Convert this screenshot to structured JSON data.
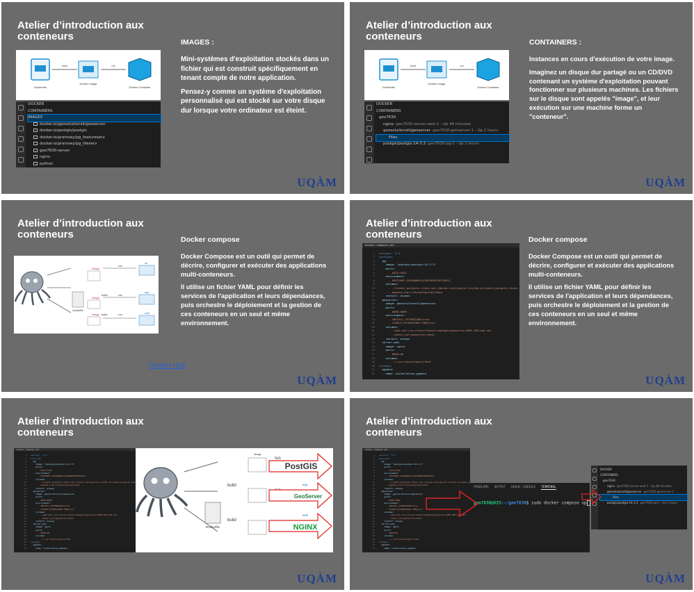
{
  "slide_title": "Atelier d’introduction aux conteneurs",
  "logo": "UQÀM",
  "diagram": {
    "build": "build",
    "run": "run",
    "dockerfile": "Dockerfile",
    "docker_image": "Docker Image",
    "docker_container": "Docker Container",
    "image": "image",
    "postgis": "PostGIS",
    "geoserver": "GeoServer",
    "nginx": "NGINX",
    "db": "db",
    "app": "app",
    "web": "web"
  },
  "slide1": {
    "heading": "IMAGES :",
    "p1": "Mini-systèmes d'exploitation stockés dans un fichier qui est construit spécifiquement en tenant compte de notre application.",
    "p2": "Pensez-y comme un système d'exploitation personnalisé qui est stocké sur votre disque dur lorsque votre ordinateur est éteint.",
    "panel_title": "DOCKER",
    "containers_label": "CONTAINERS",
    "images_label": "IMAGES",
    "images": [
      "docker.io/geosolutionsit/geoserver",
      "docker.io/postgis/postgis",
      "docker.io/pramsey/pg_featureserv",
      "docker.io/pramsey/pg_tileserv",
      "geo7630-server",
      "nginx",
      "python"
    ]
  },
  "slide2": {
    "heading": "CONTAINERS :",
    "p1": "Instances en cours d'exécution de votre image.",
    "p2": "Imaginez un disque dur partagé ou un CD/DVD contenant un système d'exploitation pouvant fonctionner sur plusieurs machines. Les fichiers sur le disque sont appelés \"image\", et leur exécution sur une machine forme un \"conteneur\".",
    "panel_title": "DOCKER",
    "containers_label": "CONTAINERS",
    "items": [
      {
        "name": "geo7630",
        "sub": ""
      },
      {
        "name": "nginx",
        "sub": "geo7630-server-web-1 - Up 48 minutes"
      },
      {
        "name": "geosolutionsit/geoserver",
        "sub": "geo7630-geoserver-1 - Up 2 hours"
      },
      {
        "name": "Files",
        "sub": ""
      },
      {
        "name": "postgis/postgis:14-3.3",
        "sub": "geo7630-pg-1 - Up 2 hours"
      }
    ]
  },
  "slide3": {
    "heading": "Docker compose",
    "p1": "Docker Compose est un outil qui permet de décrire, configurer et exécuter des applications multi-conteneurs.",
    "p2": "Il utilise un fichier YAML pour définir les services de l'application et leurs dépendances, puis orchestre le déploiement et la gestion de ces conteneurs en un seul et même environnement.",
    "link": "Docker Hub"
  },
  "slide4": {
    "heading": "Docker compose",
    "p1": "Docker Compose est un outil qui permet de décrire, configurer et exécuter des applications multi-conteneurs.",
    "p2": "Il utilise un fichier YAML pour définir les services de l'application et leurs dépendances, puis orchestre le déploiement et la gestion de ces conteneurs en un seul et même environnement.",
    "file_tab": "docker-compose.yml"
  },
  "compose_lines": [
    "version: '3.4'",
    "services:",
    "  pg:",
    "    image: \"postgis/postgis:14-3.3\"",
    "    ports:",
    "      - 6432:5432",
    "    environment:",
    "      - POSTGRES_PASSWORD=${SUPERSECRETPASS}",
    "    volumes:",
    "      - ./create_postgres_stack.sql:/docker-entrypoint-initdb.d/create_postgres_stack.sql",
    "      - pgdata:/var/lib/postgresql/data",
    "    restart: always",
    "  geoserver:",
    "    image: geosolutionsit/geoserver",
    "    ports:",
    "      - 8080:8080",
    "    environment:",
    "      - INSTALL_EXTENSIONS=true",
    "      - STABLE_EXTENSIONS=\"MBStyle\"",
    "    volumes:",
    "      - ./web.xml:/usr/local/tomcat/webapps/geoserver/WEB-INF/web.xml",
    "      - ./data:/var/geoserver/data",
    "    restart: always",
    "  server-web:",
    "    image: nginx",
    "    ports:",
    "      - 8000:80",
    "    volumes:",
    "      - ./:/usr/share/nginx/html",
    "volumes:",
    "  pgdata:",
    "    name: installation_pgdata"
  ],
  "slide6": {
    "tabs": [
      "PROBLEMS",
      "OUTPUT",
      "DEBUG CONSOLE",
      "TERMINAL"
    ],
    "prompt_user": "geo7630@GIS",
    "prompt_path": ":~/geo7630",
    "command": "$ sudo docker compose up",
    "panel_title": "DOCKER",
    "containers_label": "CONTAINERS",
    "items": [
      {
        "name": "geo7630",
        "sub": ""
      },
      {
        "name": "nginx",
        "sub": "geo7630-server-web-1 - Up 48 minutes"
      },
      {
        "name": "geosolutionsit/geoserver",
        "sub": "geo7630-geoserver-1"
      },
      {
        "name": "Files",
        "sub": ""
      },
      {
        "name": "postgis/postgis:14-3.3",
        "sub": "geo7630-pg-1 - Up 2 hours"
      }
    ]
  }
}
